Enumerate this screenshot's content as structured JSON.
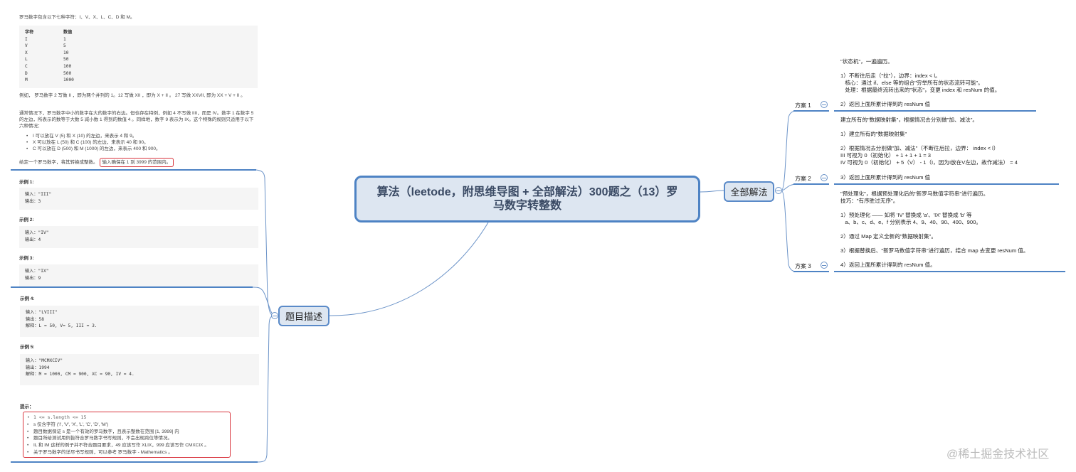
{
  "central_topic": {
    "title": "算法（leetode，附思维导图 + 全部解法）300题之（13）罗马数字转整数"
  },
  "branches": {
    "description": {
      "label": "题目描述"
    },
    "solutions": {
      "label": "全部解法"
    }
  },
  "description": {
    "intro": "罗马数字包含以下七种字符：I、V、X、L、C、D 和 M。",
    "table": {
      "headers": [
        "字符",
        "数值"
      ],
      "rows": [
        [
          "I",
          "1"
        ],
        [
          "V",
          "5"
        ],
        [
          "X",
          "10"
        ],
        [
          "L",
          "50"
        ],
        [
          "C",
          "100"
        ],
        [
          "D",
          "500"
        ],
        [
          "M",
          "1000"
        ]
      ]
    },
    "para1": "例如， 罗马数字 2 写做 II ，即为两个并列的 1。12 写做 XII ，即为 X + II 。 27 写做 XXVII, 即为 XX + V + II 。",
    "para2": "通常情况下，罗马数字中小的数字在大的数字的右边。但也存在特例，例如 4 不写做 IIII，而是 IV。数字 1 在数字 5 的左边，所表示的数等于大数 5 减小数 1 得到的数值 4 。同样地，数字 9 表示为 IX。这个特殊的规则只适用于以下六种情况：",
    "rules": [
      "I 可以放在 V (5) 和 X (10) 的左边，来表示 4 和 9。",
      "X 可以放在 L (50) 和 C (100) 的左边，来表示 40 和 90。",
      "C 可以放在 D (500) 和 M (1000) 的左边，来表示 400 和 900。"
    ],
    "task_prefix": "给定一个罗马数字，将其转换成整数。",
    "task_highlight": "输入确保在 1 到 3999 的范围内。",
    "examples": [
      {
        "label": "示例 1:",
        "input": "输入：\"III\"",
        "output": "输出：3"
      },
      {
        "label": "示例 2:",
        "input": "输入：\"IV\"",
        "output": "输出：4"
      },
      {
        "label": "示例 3:",
        "input": "输入：\"IX\"",
        "output": "输出：9"
      },
      {
        "label": "示例 4:",
        "input": "输入：\"LVIII\"",
        "output": "输出：58",
        "explain": "解释：L = 50, V= 5, III = 3."
      },
      {
        "label": "示例 5:",
        "input": "输入：\"MCMXCIV\"",
        "output": "输出：1994",
        "explain": "解释：M = 1000, CM = 900, XC = 90, IV = 4."
      }
    ],
    "hints_label": "提示：",
    "hints": [
      "1 <= s.length <= 15",
      "s 仅含字符 ('I', 'V', 'X', 'L', 'C', 'D', 'M')",
      "题目数据保证 s 是一个有效的罗马数字，且表示整数在范围 [1, 3999] 内",
      "题目所给测试用例皆符合罗马数字书写规则，不会出现跨位等情况。",
      "IL 和 IM 这样的例子并不符合题目要求，49 应该写作 XLIX，999 应该写作 CMXCIX 。",
      "关于罗马数字的详尽书写规则，可以参考 罗马数字 - Mathematics 。"
    ]
  },
  "solutions": [
    {
      "label": "方案 1",
      "body": "\"状态机\"，一遍遍历。\n\n1）不断往后走（\"拉\"），边界：index < l。\n   核心：通过 if、else 等的组合\"穷举所有的状态流转可能\"。\n   处理：根据最终流转出来的\"状态\"，变更 index 和 resNum 的值。",
      "last": "2）返回上面所累计得到的 resNum 值"
    },
    {
      "label": "方案 2",
      "body": "建立所有的\"数据映射集\"，根据情况去分别做\"加、减法\"。\n\n1）建立所有的\"数据映射集\"\n\n2）根据情况去分别做\"加、减法\"（不断往后拉，边界： index < l）\nIII 可视为 0（初始化） + 1 + 1 + 1 = 3\nIV 可视为 0（初始化） + 5（V） - 1（I，因为I放在V左边，故作减法） = 4",
      "last": "3）返回上面所累计得到的 resNum 值"
    },
    {
      "label": "方案 3",
      "body": "\"预处理化\"，根据预处理化后的\"新罗马数值字符串\"进行遍历。\n技巧：\"有序胜过无序\"。\n\n1）预处理化 —— 如将 'IV' 替换成 'a'、'IX' 替换成 'b' 等\n   a、b、c、d、e、f 分别表示 4、9、40、90、400、900。\n\n2）通过 Map 定义全新的\"数据映射集\"。\n\n3）根据替换后、\"新罗马数值字符串\"进行遍历，结合 map 去变更 resNum 值。",
      "last": "4）返回上面所累计得到的 resNum 值。"
    }
  ],
  "watermark": "@稀土掘金技术社区",
  "colors": {
    "node_fill": "#dde6f1",
    "node_border": "#4e83c4",
    "highlight_border": "#d9363e",
    "code_bg": "#f5f5f5"
  }
}
